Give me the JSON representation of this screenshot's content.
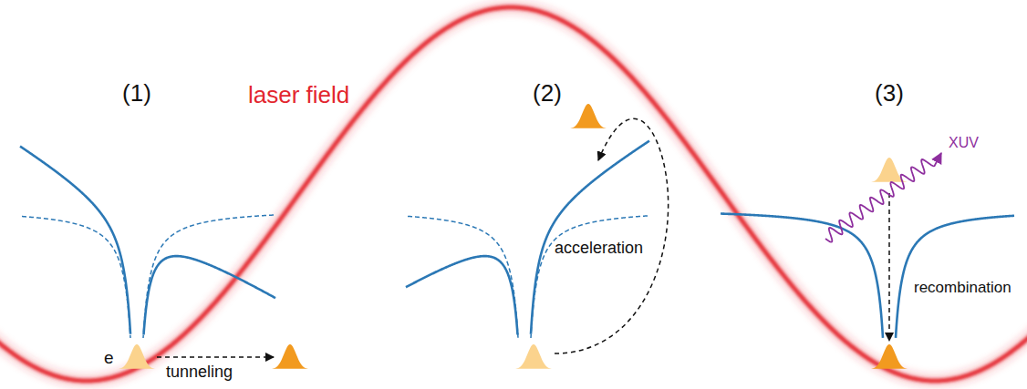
{
  "diagram": {
    "labels": [
      "(1)",
      "laser field",
      "(2)",
      "(3)",
      "e",
      "tunneling",
      "acceleration",
      "recombination",
      "XUV"
    ]
  }
}
